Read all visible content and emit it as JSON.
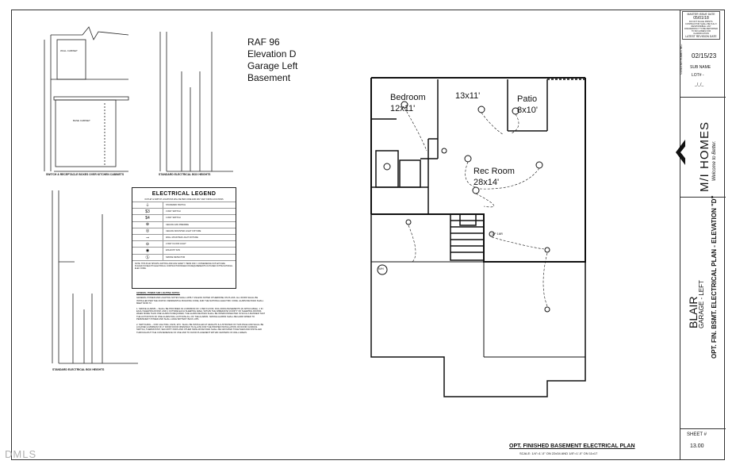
{
  "project": {
    "lines": [
      "RAF 96",
      "Elevation D",
      "Garage Left",
      "Basement"
    ]
  },
  "rooms": {
    "bedroom_name": "Bedroom",
    "bedroom_size": "12x11'",
    "room_13x11": "13x11'",
    "patio_name": "Patio",
    "patio_size": "8x10'",
    "rec_name": "Rec Room",
    "rec_size": "28x14'",
    "wh_label": "WH",
    "stair_label": "UP 16R"
  },
  "details": {
    "caption_1": "SWITCH & RECEPTACLE BOXES OVER KITCHEN CABINETS",
    "caption_2": "STANDARD ELECTRICAL BOX HEIGHTS",
    "caption_3": "STANDARD ELECTRICAL BOX HEIGHTS",
    "wall_cabinet": "WALL CABINET",
    "base_cabinet": "BASE CABINET"
  },
  "legend": {
    "title": "ELECTRICAL LEGEND",
    "subtitle": "OUTLET & SWITCH LOCATIONS WILL BE PER CODE AND MAY VARY FROM LOCATIONS",
    "rows": [
      {
        "sym": "⏚",
        "label": "STANDARD SWITCH"
      },
      {
        "sym": "$3",
        "label": "3 WAY SWITCH"
      },
      {
        "sym": "$4",
        "label": "4 WAY SWITCH"
      },
      {
        "sym": "⊕",
        "label": "CEILING FAN PREWIRE"
      },
      {
        "sym": "◎",
        "label": "CEILING MOUNTED LIGHT FIXTURE"
      },
      {
        "sym": "⊸",
        "label": "WALL MOUNTED LIGHT FIXTURE"
      },
      {
        "sym": "⊖",
        "label": "2 WAY FLOOD LIGHT"
      },
      {
        "sym": "◉",
        "label": "EXHAUST FAN"
      },
      {
        "sym": "Ⓢ",
        "label": "SMOKE DETECTOR"
      }
    ],
    "note": "NOTE: THIS PLAN SHOWS LIGHTING AND LIFE SAFETY ITEMS ONLY. CONVENIENCE OUTLETS ARE PLACED IN FIELD BY ELECTRICAL CONTRACTOR BASED ON REQUIREMENTS OUTLINED IN THE NATIONAL ELEC CODE."
  },
  "notes": {
    "heading": "GENERAL POWER AND LIGHTING NOTES:",
    "p1": "GENERAL POWER AND LIGHTING NOTES SHALL APPLY UNLESS NOTED OTHERWISE ON PLANS. ALL WORK SHALL BE INSTALLED PER THE 2018 NC RESIDENTIAL BUILDING CODE, AND THE NATIONAL ELECTRIC CODE. ALARM DEVICES SHALL MEET NFPA 72.",
    "p2": "1.   SMOKE ALARMS -- SHALL BE PROVIDED AS A MINIMUM OF 1 PER FLOOR, INCLUDING BASEMENTS (IF APPLICABLE), 1 IN EACH SLEEPING ROOM, AND 1 OUTSIDE EACH SLEEPING AREA, WITHIN THE IMMEDIATE VICINITY OF SLEEPING ROOMS. WHEN MORE THAN ONE ALARM IS REQUIRED, THE ALARM DEVICES SHALL BE INTERCONNECTED IN SUCH A MANNER THAT THE ACTIVATION OF ONE ALARM WILL ACTIVATE ALL OF THE ALARMS. SMOKE ALARMS SHALL BE HARD WIRED TO PERMANENT POWER AND SHALL HAVE BATTERY BACK-UPS.",
    "p3": "2.   SWITCHING -- FOR LIGHTING, FANS, ETC. SHALL BE INSTALLED AT HEIGHTS ILLUSTRATED ON THIS PAGE AND SHALL BE LOCATED A MINIMUM OF 4\" FROM DOOR OPENINGS TO ALLOW FOR THE PROPER INSTALLATION OF DOOR CASINGS. SWITCH, THERMOSTAT, SECURITY PADS AND OTHER SIMILAR DEVICES SHALL BE GROUPED TOGETHER AND INSTALLED THROUGHOUT THE CONVENIENCE OF USE AND TO AVOID PLACEMENT WITHIN CENTERS OF WALL AREAS."
  },
  "plan": {
    "title": "OPT. FINISHED BASEMENT ELECTRICAL PLAN",
    "scale": "SCALE: 1/4\"=1'-0\" ON 22x34 AND 1/8\"=1'-0\" ON 11x17"
  },
  "titleblock": {
    "master_issue_label": "MASTER ISSUE DATE",
    "master_issue_date": "05/01/18",
    "disclaimer": "DO NOT SCALE PRINTS. CONTRACTOR SHALL BE FULLY RESPONSIBLE. ANY DISCREPANCY TO BE REPORTED TO M/I HOMES FOR CLARIFICATION",
    "latest_revision_label": "LATEST REVISION DATE",
    "latest_revision_date": "02/15/23",
    "sub_name_label": "SUB NAME",
    "lot_label": "LOT# -",
    "date_blank": "_/_/_",
    "copyright": "©2018 M/I HOMES INC.",
    "brand": "M/I HOMES",
    "tagline": "Welcome to Better.",
    "plan_name": "BLAIR",
    "garage": "GARAGE - LEFT",
    "sheet_desc": "OPT. FIN. BSMT. ELECTRICAL PLAN - ELEVATION \"D\"",
    "sheet_label": "SHEET #",
    "sheet_number": "13.00"
  },
  "watermark": "DMLS"
}
